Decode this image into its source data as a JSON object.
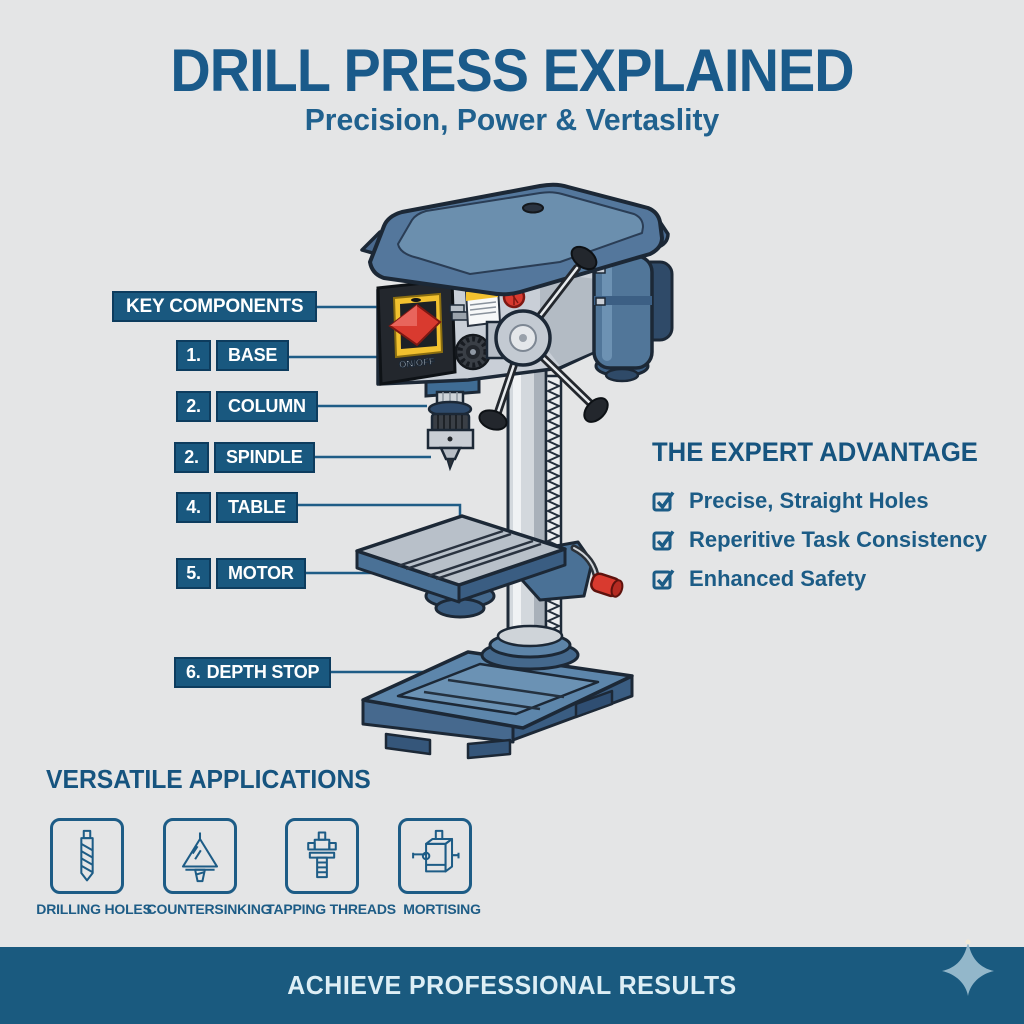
{
  "header": {
    "title": "DRILL PRESS EXPLAINED",
    "subtitle": "Precision, Power & Vertaslity"
  },
  "key_components": {
    "heading": "KEY COMPONENTS",
    "items": [
      {
        "number": "1.",
        "label": "BASE"
      },
      {
        "number": "2.",
        "label": "COLUMN"
      },
      {
        "number": "2.",
        "label": "SPINDLE"
      },
      {
        "number": "4.",
        "label": "TABLE"
      },
      {
        "number": "5.",
        "label": "MOTOR"
      },
      {
        "number": "6.",
        "label": "DEPTH STOP"
      }
    ]
  },
  "machine": {
    "name": "drill-press-illustration",
    "switch_label": "ON/OFF"
  },
  "advantages": {
    "heading": "THE EXPERT ADVANTAGE",
    "items": [
      "Precise, Straight Holes",
      "Reperitive Task Consistency",
      "Enhanced Safety"
    ]
  },
  "applications": {
    "heading": "VERSATILE APPLICATIONS",
    "items": [
      {
        "icon": "drill-bit-icon",
        "label": "DRILLING HOLES"
      },
      {
        "icon": "countersink-bit-icon",
        "label": "COUNTERSINKING"
      },
      {
        "icon": "tap-tool-icon",
        "label": "TAPPING THREADS"
      },
      {
        "icon": "mortising-attachment-icon",
        "label": "MORTISING"
      }
    ]
  },
  "footer": {
    "text": "ACHIEVE PROFESSIONAL RESULTS"
  },
  "colors": {
    "accent_blue": "#1a5a8a",
    "panel_blue": "#19587f",
    "footer_blue": "#1a5a7f",
    "background": "#e4e5e6",
    "machine_blue": "#54779c",
    "steel_gray": "#c9cfd7",
    "warning_yellow": "#f2c12f",
    "switch_red": "#d93a2f"
  }
}
